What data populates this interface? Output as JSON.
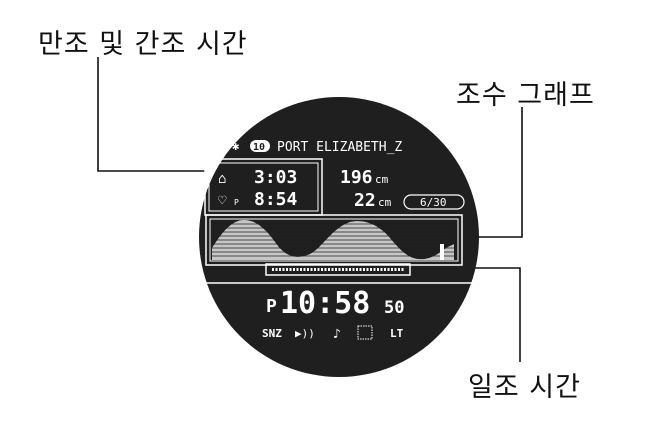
{
  "callouts": {
    "tide_times": "만조 및 간조 시간",
    "tide_graph": "조수 그래프",
    "sun_time": "일조 시간"
  },
  "watch": {
    "bluetooth_icon": "bluetooth-icon",
    "location_badge": "10",
    "location_name": "PORT ELIZABETH_Z",
    "high_tide_icon": "high-tide-icon",
    "high_tide_time": "3:03",
    "low_tide_icon": "low-tide-icon",
    "low_tide_pm": "P",
    "low_tide_time": "8:54",
    "tide_level_1_value": "196",
    "tide_level_1_unit": "cm",
    "tide_level_2_value": "22",
    "tide_level_2_unit": "cm",
    "date": "6/30",
    "time_pm": "P",
    "time": "10:58",
    "seconds": "50",
    "indicators": {
      "snooze": "SNZ",
      "signal_icon": "signal-icon",
      "alarm_icon": "alarm-icon",
      "vibration_icon": "vibration-icon",
      "light": "LT"
    }
  },
  "colors": {
    "dial": "#1f1f1f",
    "display_fg": "#ffffff",
    "leader": "#111111"
  }
}
